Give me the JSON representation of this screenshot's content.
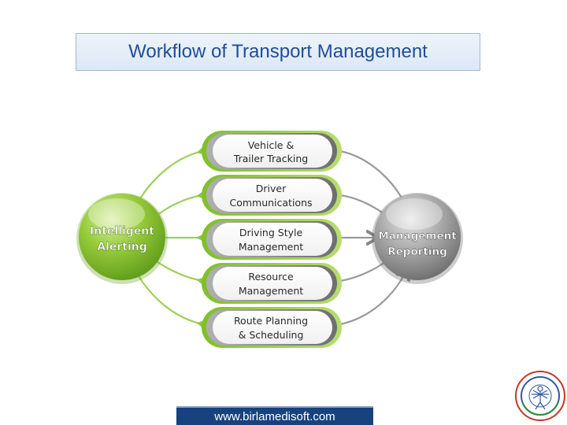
{
  "title": "Workflow of Transport Management",
  "left_node": {
    "line1": "Intelligent",
    "line2": "Alerting"
  },
  "right_node": {
    "line1": "Management",
    "line2": "Reporting"
  },
  "stages": [
    {
      "line1": "Vehicle &",
      "line2": "Trailer Tracking"
    },
    {
      "line1": "Driver",
      "line2": "Communications"
    },
    {
      "line1": "Driving Style",
      "line2": "Management"
    },
    {
      "line1": "Resource",
      "line2": "Management"
    },
    {
      "line1": "Route Planning",
      "line2": "& Scheduling"
    }
  ],
  "footer": {
    "url": "www.birlamedisoft.com"
  },
  "colors": {
    "title_text": "#1f4e97",
    "green": "#8cc63f",
    "gray": "#7a7a7a",
    "footer_bg": "#17427e"
  }
}
